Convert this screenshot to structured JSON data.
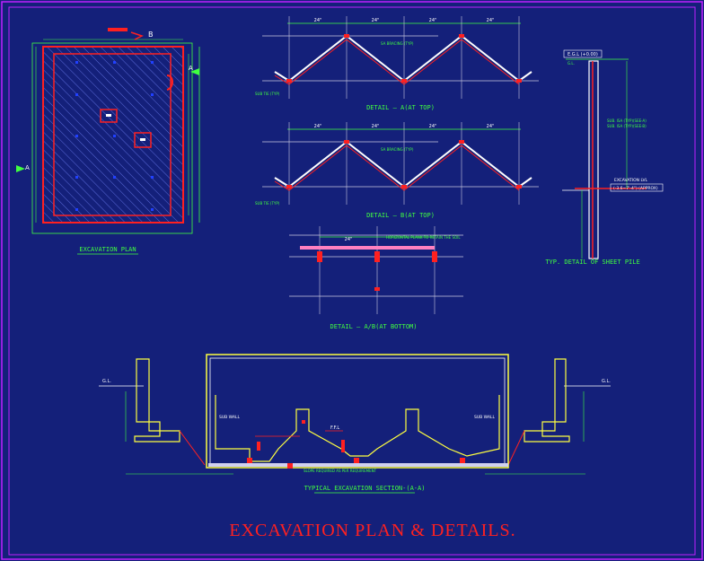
{
  "colors": {
    "background": "#14207a",
    "frame": "#c020ff",
    "grid": "#c8c8e0",
    "outline": "#ff2020",
    "wall": "#ffff40",
    "wall_alt": "#ffffff",
    "label_green": "#40ff40",
    "dimension": "#40ff40",
    "marker_blue": "#2040ff",
    "title_red": "#ff2020"
  },
  "plan": {
    "title": "EXCAVATION PLAN",
    "marker_b": "B",
    "marker_a_left": "A",
    "marker_a_right": "A"
  },
  "detail_a": {
    "title": "DETAIL – A(AT TOP)",
    "dims": [
      "24\"",
      "24\"",
      "24\"",
      "24\""
    ],
    "note_left": "SUB TIE (TYP)",
    "note_right": "SA BRACING (TYP)"
  },
  "detail_b": {
    "title": "DETAIL – B(AT TOP)",
    "dims": [
      "24\"",
      "24\"",
      "24\"",
      "24\""
    ],
    "note_left": "SUB TIE (TYP)",
    "note_right": "SA BRACING (TYP)"
  },
  "detail_ab": {
    "title": "DETAIL – A/B(AT BOTTOM)",
    "dim": "24\"",
    "note": "HORIZONTAL PLANK TO RETAIN THE SOIL"
  },
  "sheet_pile": {
    "title": "TYP. DETAIL OF SHEET PILE",
    "top_tag": "E.G.L (+0.00)",
    "note_1": "SUB. ISA (TYP)(SEE-A)",
    "note_2": "SUB. ISA (TYP)(SEE-B)",
    "excavation_level": "EXCAVATION LVL",
    "excavation_value": "(-3.6~7'-4\") (APPROX)",
    "ground": "G.L."
  },
  "section": {
    "title": "TYPICAL EXCAVATION SECTION-(A-A)",
    "gl_left": "G.L.",
    "gl_right": "G.L.",
    "sub_wall_left": "SUB WALL",
    "sub_wall_right": "SUB WALL",
    "ffl": "F.F.L",
    "bottom_note": "SLOPE REQUIRED AS PER REQUIREMENT"
  },
  "main_title": "EXCAVATION PLAN & DETAILS."
}
